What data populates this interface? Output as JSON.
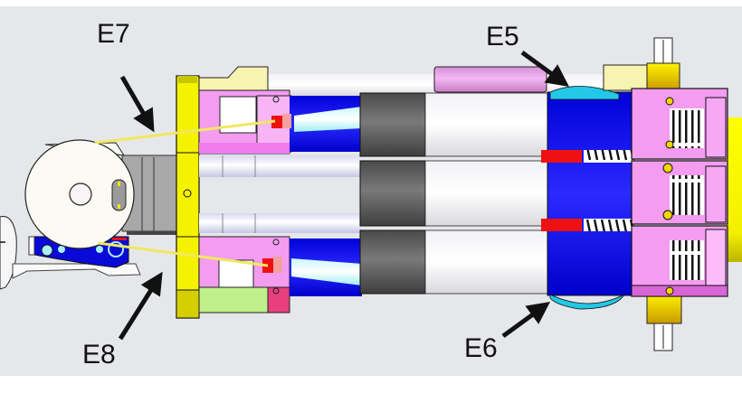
{
  "diagram": {
    "labels": {
      "e5": "E5",
      "e6": "E6",
      "e7": "E7",
      "e8": "E8"
    },
    "colors": {
      "background": "#e6e7ea",
      "frame_yellow": "#f5f200",
      "block_pink": "#f39cf0",
      "tube_blue": "#0a0ae6",
      "roller_dark": "#5a5a5a",
      "nozzle_red": "#ee1111",
      "cable_yellow": "#f0e860",
      "cyan": "#22c8e6"
    }
  }
}
